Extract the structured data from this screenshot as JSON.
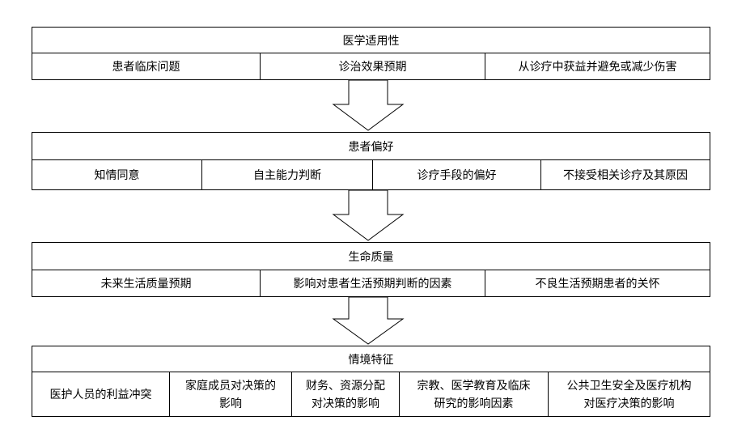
{
  "sections": [
    {
      "title": "医学适用性",
      "items": [
        "患者临床问题",
        "诊治效果预期",
        "从诊疗中获益并避免或减少伤害"
      ]
    },
    {
      "title": "患者偏好",
      "items": [
        "知情同意",
        "自主能力判断",
        "诊疗手段的偏好",
        "不接受相关诊疗及其原因"
      ]
    },
    {
      "title": "生命质量",
      "items": [
        "未来生活质量预期",
        "影响对患者生活预期判断的因素",
        "不良生活预期患者的关怀"
      ]
    },
    {
      "title": "情境特征",
      "items": [
        "医护人员的利益冲突",
        "家庭成员对决策的\n影响",
        "财务、资源分配\n对决策的影响",
        "宗教、医学教育及临床\n研究的影响因素",
        "公共卫生安全及医疗机构\n对医疗决策的影响"
      ]
    }
  ]
}
